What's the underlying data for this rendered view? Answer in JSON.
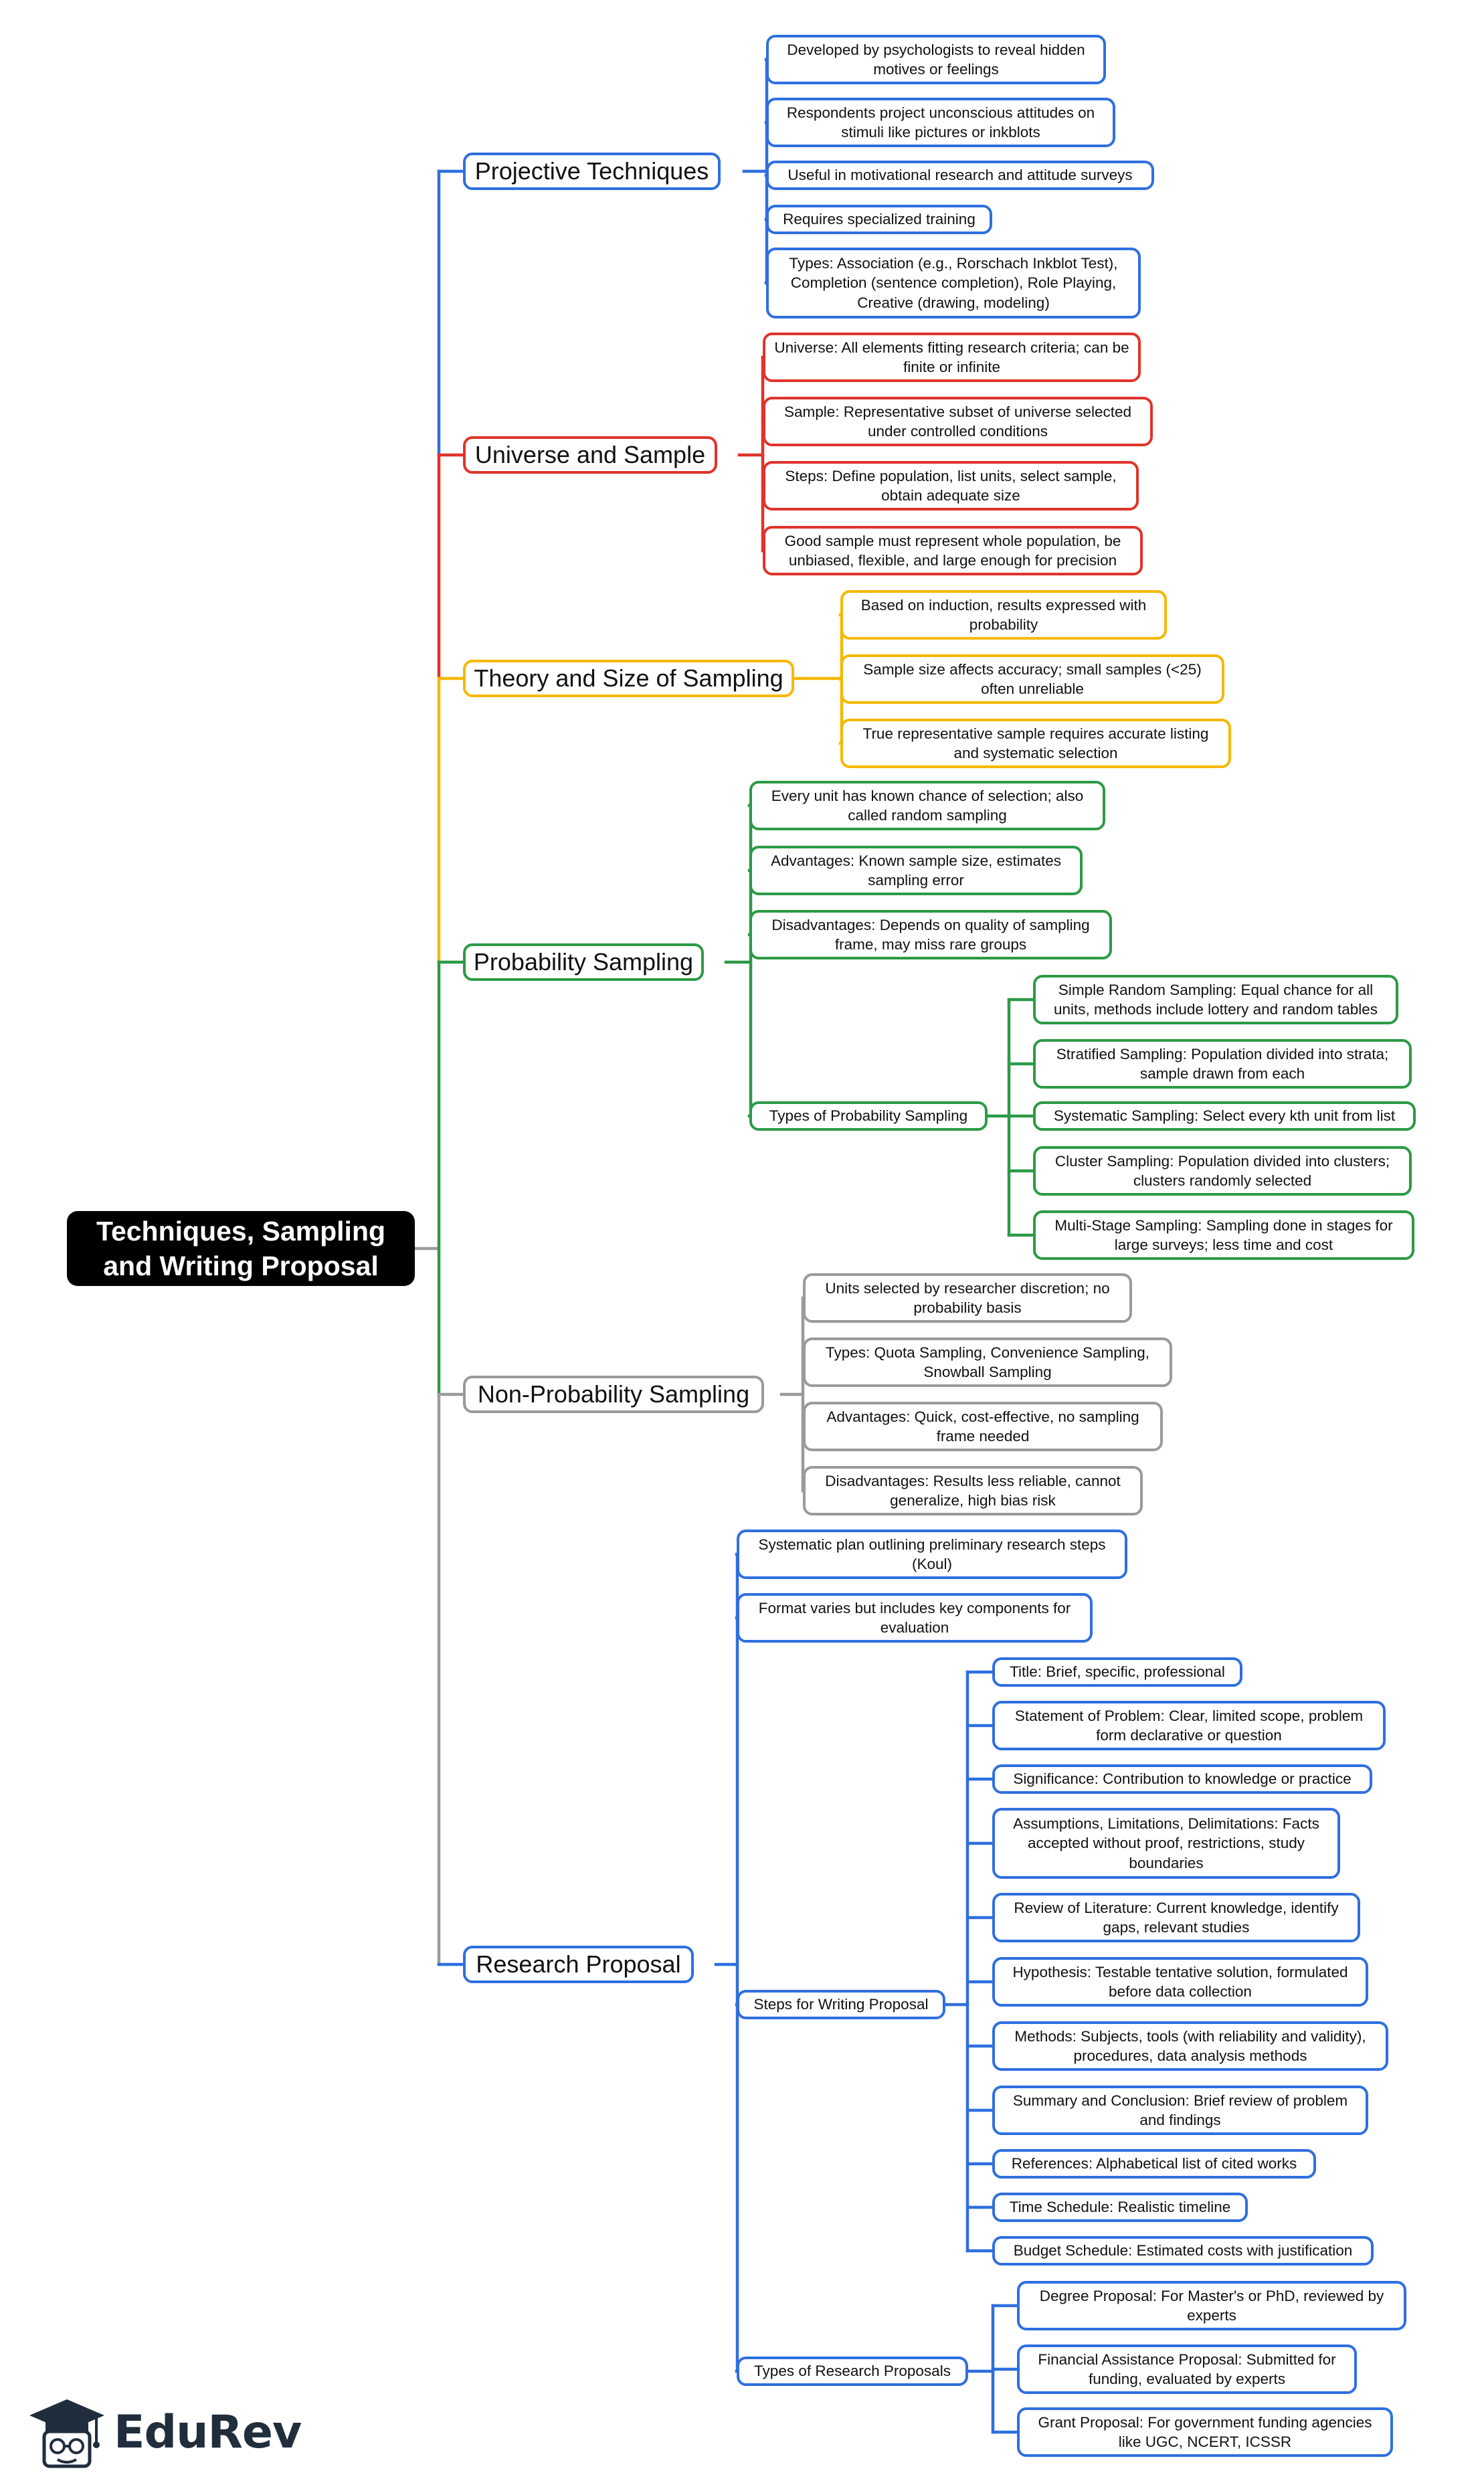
{
  "colors": {
    "blue": "#2f6fe0",
    "red": "#e0332b",
    "yellow": "#f5b800",
    "green": "#2c9a46",
    "gray": "#9a9a9a",
    "root_bg": "#000000"
  },
  "logo": {
    "text": "EduRev",
    "icon": "graduation-cap-icon"
  },
  "root": {
    "label": "Techniques, Sampling and Writing Proposal"
  },
  "branches": [
    {
      "label": "Projective Techniques",
      "color": "blue",
      "children": [
        {
          "label": "Developed by psychologists to reveal hidden motives or feelings"
        },
        {
          "label": "Respondents project unconscious attitudes on stimuli like pictures or inkblots"
        },
        {
          "label": "Useful in motivational research and attitude surveys"
        },
        {
          "label": "Requires specialized training"
        },
        {
          "label": "Types: Association (e.g., Rorschach Inkblot Test), Completion (sentence completion), Role Playing, Creative (drawing, modeling)"
        }
      ]
    },
    {
      "label": "Universe and Sample",
      "color": "red",
      "children": [
        {
          "label": "Universe: All elements fitting research criteria; can be finite or infinite"
        },
        {
          "label": "Sample: Representative subset of universe selected under controlled conditions"
        },
        {
          "label": "Steps: Define population, list units, select sample, obtain adequate size"
        },
        {
          "label": "Good sample must represent whole population, be unbiased, flexible, and large enough for precision"
        }
      ]
    },
    {
      "label": "Theory and Size of Sampling",
      "color": "yellow",
      "children": [
        {
          "label": "Based on induction, results expressed with probability"
        },
        {
          "label": "Sample size affects accuracy; small samples (<25) often unreliable"
        },
        {
          "label": "True representative sample requires accurate listing and systematic selection"
        }
      ]
    },
    {
      "label": "Probability Sampling",
      "color": "green",
      "children": [
        {
          "label": "Every unit has known chance of selection; also called random sampling"
        },
        {
          "label": "Advantages: Known sample size, estimates sampling error"
        },
        {
          "label": "Disadvantages: Depends on quality of sampling frame, may miss rare groups"
        },
        {
          "label": "Types of Probability Sampling",
          "children": [
            {
              "label": "Simple Random Sampling: Equal chance for all units, methods include lottery and random tables"
            },
            {
              "label": "Stratified Sampling: Population divided into strata; sample drawn from each"
            },
            {
              "label": "Systematic Sampling: Select every kth unit from list"
            },
            {
              "label": "Cluster Sampling: Population divided into clusters; clusters randomly selected"
            },
            {
              "label": "Multi-Stage Sampling: Sampling done in stages for large surveys; less time and cost"
            }
          ]
        }
      ]
    },
    {
      "label": "Non-Probability Sampling",
      "color": "gray",
      "children": [
        {
          "label": "Units selected by researcher discretion; no probability basis"
        },
        {
          "label": "Types: Quota Sampling, Convenience Sampling, Snowball Sampling"
        },
        {
          "label": "Advantages: Quick, cost-effective, no sampling frame needed"
        },
        {
          "label": "Disadvantages: Results less reliable, cannot generalize, high bias risk"
        }
      ]
    },
    {
      "label": "Research Proposal",
      "color": "blue",
      "children": [
        {
          "label": "Systematic plan outlining preliminary research steps (Koul)"
        },
        {
          "label": "Format varies but includes key components for evaluation"
        },
        {
          "label": "Steps for Writing Proposal",
          "children": [
            {
              "label": "Title: Brief, specific, professional"
            },
            {
              "label": "Statement of Problem: Clear, limited scope, problem form declarative or question"
            },
            {
              "label": "Significance: Contribution to knowledge or practice"
            },
            {
              "label": "Assumptions, Limitations, Delimitations: Facts accepted without proof, restrictions, study boundaries"
            },
            {
              "label": "Review of Literature: Current knowledge, identify gaps, relevant studies"
            },
            {
              "label": "Hypothesis: Testable tentative solution, formulated before data collection"
            },
            {
              "label": "Methods: Subjects, tools (with reliability and validity), procedures, data analysis methods"
            },
            {
              "label": "Summary and Conclusion: Brief review of problem and findings"
            },
            {
              "label": "References: Alphabetical list of cited works"
            },
            {
              "label": "Time Schedule: Realistic timeline"
            },
            {
              "label": "Budget Schedule: Estimated costs with justification"
            }
          ]
        },
        {
          "label": "Types of Research Proposals",
          "children": [
            {
              "label": "Degree Proposal: For Master's or PhD, reviewed by experts"
            },
            {
              "label": "Financial Assistance Proposal: Submitted for funding, evaluated by experts"
            },
            {
              "label": "Grant Proposal: For government funding agencies like UGC, NCERT, ICSSR"
            }
          ]
        }
      ]
    }
  ]
}
